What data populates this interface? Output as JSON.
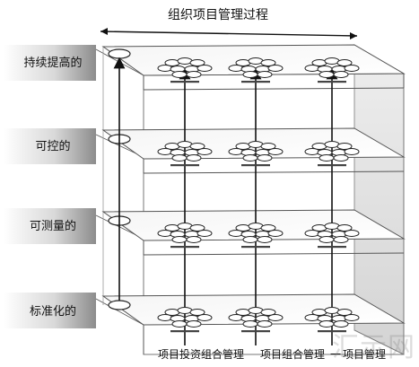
{
  "title": "组织项目管理过程",
  "levels": [
    {
      "label": "持续提高的"
    },
    {
      "label": "可控的"
    },
    {
      "label": "可测量的"
    },
    {
      "label": "标准化的"
    }
  ],
  "columns": [
    {
      "label": "项目投资组合管理"
    },
    {
      "label": "项目组合管理"
    },
    {
      "label": "项目管理"
    }
  ],
  "column_separator": "一",
  "watermark": "汇示网"
}
